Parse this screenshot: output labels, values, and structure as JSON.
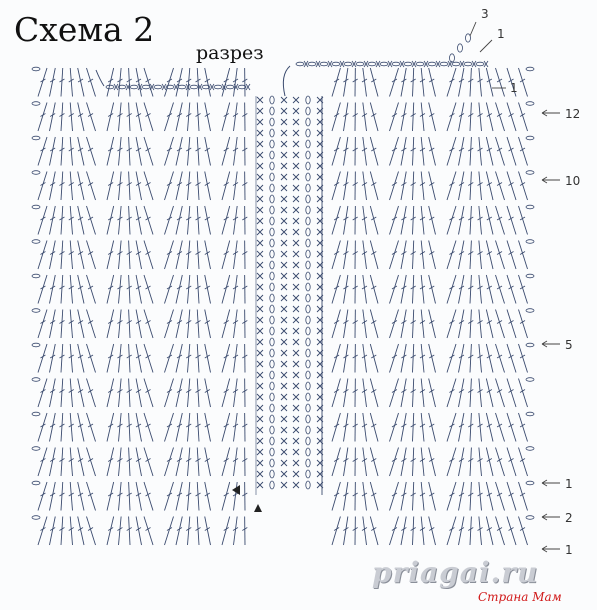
{
  "title": "Схема 2",
  "cut_label": "разрез",
  "row_labels": [
    "12",
    "10",
    "5",
    "1",
    "2",
    "1"
  ],
  "top_labels": [
    "3",
    "1",
    "1"
  ],
  "watermark": "priagai.ru",
  "watermark_sub": "Страна Мам",
  "colors": {
    "stitch": "#3a4a6e",
    "text": "#111111",
    "watermark_red": "#d11919"
  }
}
